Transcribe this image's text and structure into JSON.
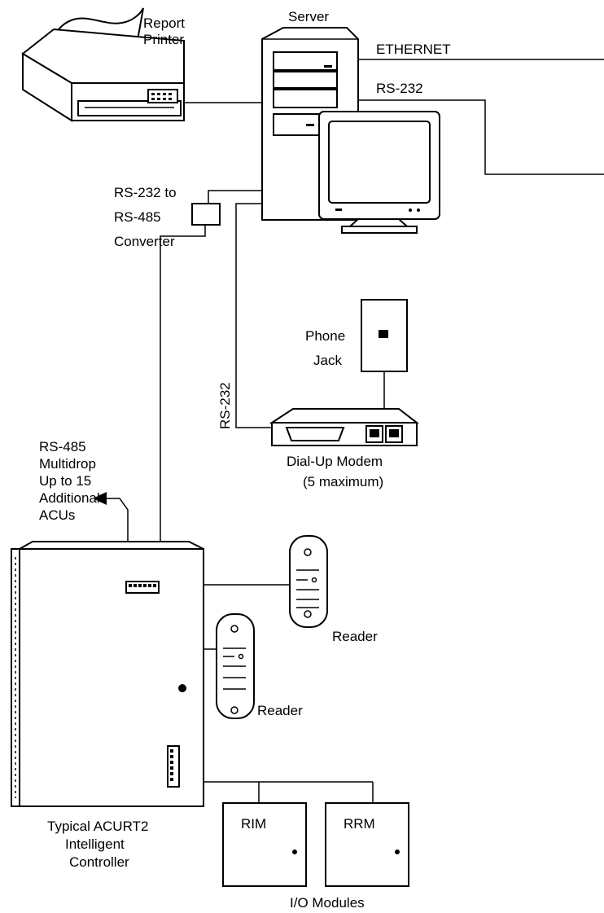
{
  "labels": {
    "report_printer": [
      "Report",
      "Printer"
    ],
    "server": "Server",
    "ethernet": "ETHERNET",
    "rs232_top": "RS-232",
    "converter": [
      "RS-232 to",
      "RS-485",
      "Converter"
    ],
    "phone_jack": [
      "Phone",
      "Jack"
    ],
    "rs232_vertical": "RS-232",
    "modem": [
      "Dial-Up Modem",
      "(5 maximum)"
    ],
    "multidrop": [
      "RS-485",
      "Multidrop",
      "Up to 15",
      "Additional",
      "ACUs"
    ],
    "reader_1": "Reader",
    "reader_2": "Reader",
    "controller": [
      "Typical ACURT2",
      "Intelligent",
      "Controller"
    ],
    "rim": "RIM",
    "rrm": "RRM",
    "io_modules": "I/O Modules"
  }
}
